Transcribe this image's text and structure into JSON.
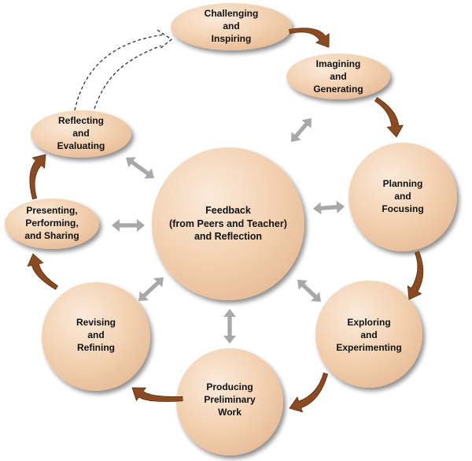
{
  "diagram": {
    "center": {
      "lines": [
        "Feedback",
        "(from Peers and Teacher)",
        "and Reflection"
      ]
    },
    "stages": [
      {
        "lines": [
          "Challenging",
          "and",
          "Inspiring"
        ]
      },
      {
        "lines": [
          "Imagining",
          "and",
          "Generating"
        ]
      },
      {
        "lines": [
          "Planning",
          "and",
          "Focusing"
        ]
      },
      {
        "lines": [
          "Exploring",
          "and",
          "Experimenting"
        ]
      },
      {
        "lines": [
          "Producing",
          "Preliminary",
          "Work"
        ]
      },
      {
        "lines": [
          "Revising",
          "and",
          "Refining"
        ]
      },
      {
        "lines": [
          "Presenting,",
          "Performing,",
          "and Sharing"
        ]
      },
      {
        "lines": [
          "Reflecting",
          "and",
          "Evaluating"
        ]
      }
    ],
    "colors": {
      "node_fill": "#f3d2b2",
      "node_highlight": "#fbeadb",
      "node_shade": "#b58f70",
      "arrow_brown": "#8b4a20",
      "arrow_grey": "#a8a8a8",
      "dashed_arrow": "#222222"
    }
  }
}
